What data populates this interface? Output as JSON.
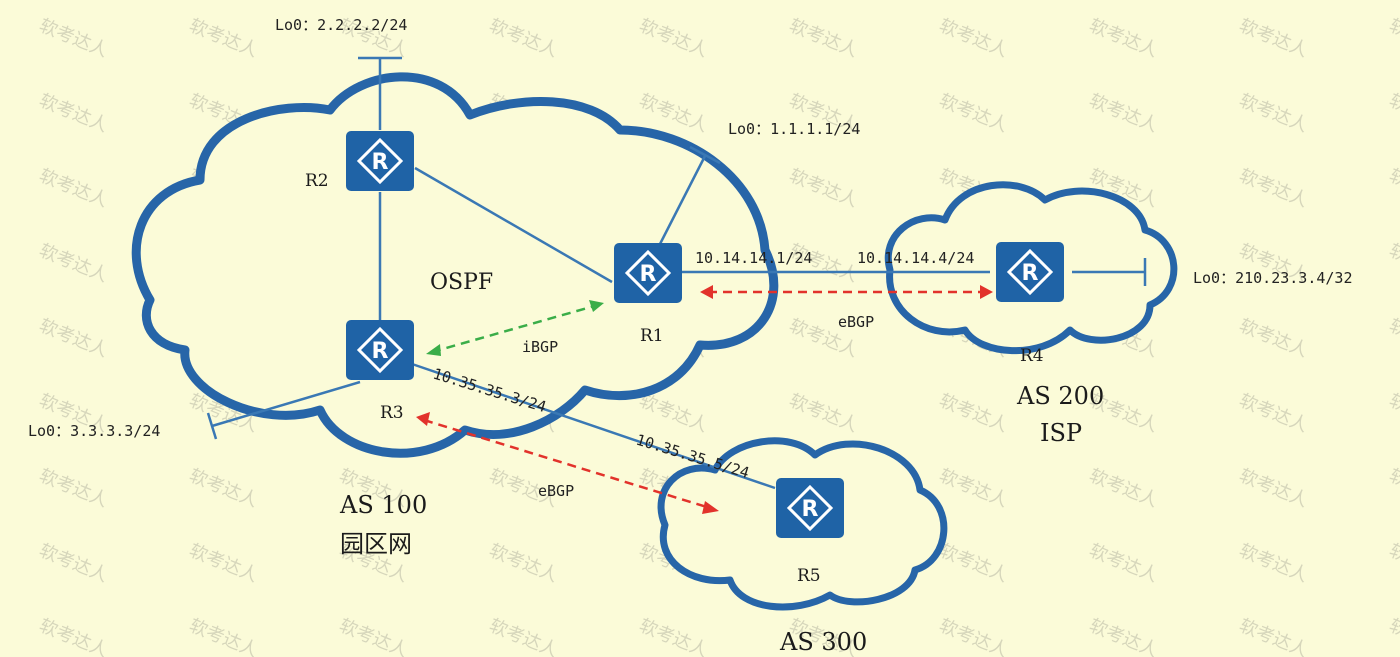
{
  "watermark": "软考达人",
  "colors": {
    "background": "#fbfbd8",
    "cloud_stroke": "#2765a8",
    "router_fill": "#1f63a6",
    "link": "#3a78b4",
    "ebgp": "#e2322b",
    "ibgp": "#3aad48"
  },
  "routers": {
    "r1": "R1",
    "r2": "R2",
    "r3": "R3",
    "r4": "R4",
    "r5": "R5"
  },
  "loopbacks": {
    "r1": "Lo0：1.1.1.1/24",
    "r2": "Lo0：2.2.2.2/24",
    "r3": "Lo0：3.3.3.3/24",
    "r4": "Lo0：210.23.3.4/32"
  },
  "interfaces": {
    "r1_r4_r1_side": "10.14.14.1/24",
    "r1_r4_r4_side": "10.14.14.4/24",
    "r3_r5_r3_side": "10.35.35.3/24",
    "r3_r5_r5_side": "10.35.35.5/24"
  },
  "sessions": {
    "ibgp": "iBGP",
    "ebgp_r1_r4": "eBGP",
    "ebgp_r3_r5": "eBGP"
  },
  "protocol": "OSPF",
  "areas": {
    "as100_line1": "AS 100",
    "as100_line2": "园区网",
    "as200_line1": "AS 200",
    "as200_line2": "ISP",
    "as300": "AS 300"
  }
}
